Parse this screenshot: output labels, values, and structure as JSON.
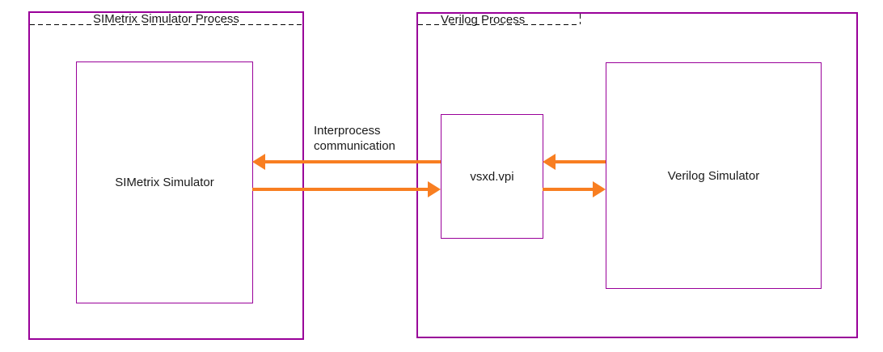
{
  "diagram": {
    "process_groups": [
      {
        "label": "SIMetrix Simulator Process"
      },
      {
        "label": "Verilog Process"
      }
    ],
    "nodes": [
      {
        "label": "SIMetrix Simulator"
      },
      {
        "label": "vsxd.vpi"
      },
      {
        "label": "Verilog Simulator"
      }
    ],
    "annotation": {
      "lines": [
        "Interprocess",
        "communication"
      ]
    },
    "connections": [
      {
        "from": "vsxd.vpi",
        "to": "SIMetrix Simulator",
        "direction": "left"
      },
      {
        "from": "SIMetrix Simulator",
        "to": "vsxd.vpi",
        "direction": "right"
      },
      {
        "from": "Verilog Simulator",
        "to": "vsxd.vpi",
        "direction": "left"
      },
      {
        "from": "vsxd.vpi",
        "to": "Verilog Simulator",
        "direction": "right"
      }
    ],
    "colors": {
      "box_border": "#990099",
      "arrow": "#F87E21",
      "dash": "#000000",
      "text": "#1A1A1A",
      "background": "#FFFFFF"
    }
  }
}
